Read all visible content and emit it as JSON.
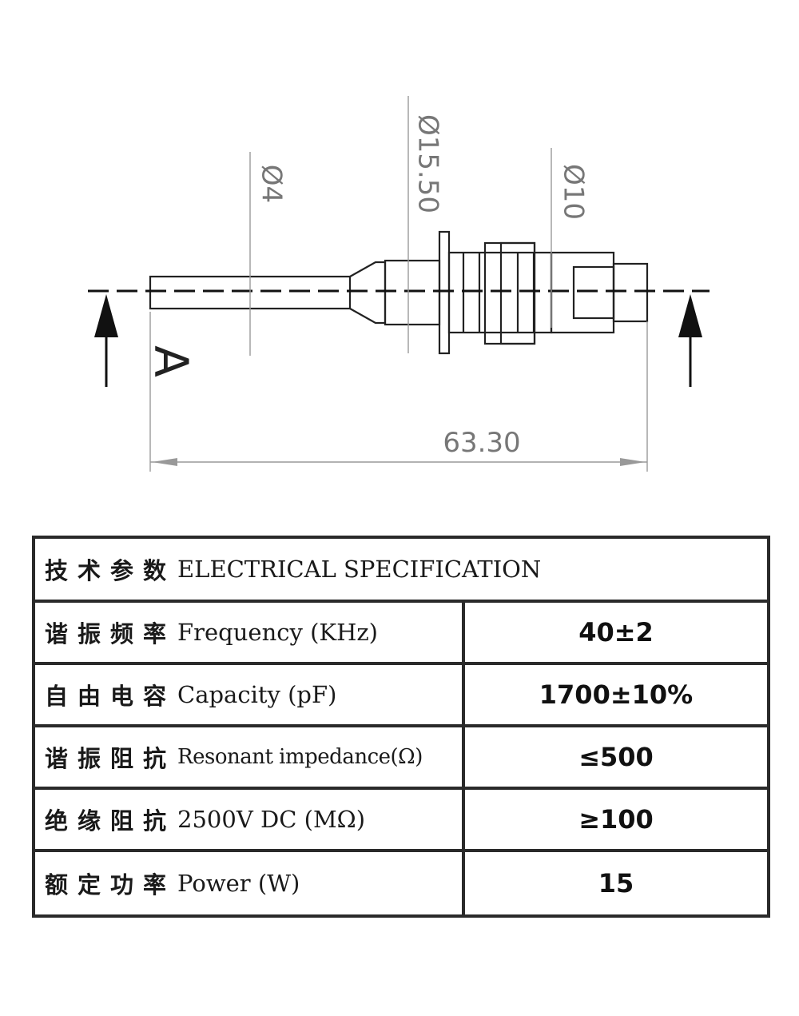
{
  "drawing": {
    "dim_d4": "Ø4",
    "dim_d1550": "Ø15.50",
    "dim_d10": "Ø10",
    "dim_length": "63.30",
    "section_label": "A"
  },
  "table": {
    "header": {
      "cn": "技术参数",
      "en": "ELECTRICAL SPECIFICATION"
    },
    "rows": [
      {
        "cn": "谐振频率",
        "en": "Frequency (KHz)",
        "value": "40±2"
      },
      {
        "cn": "自由电容",
        "en": "Capacity (pF)",
        "value": "1700±10%"
      },
      {
        "cn": "谐振阻抗",
        "en": "Resonant impedance(Ω)",
        "value": "≤500"
      },
      {
        "cn": "绝缘阻抗",
        "en": "2500V DC (MΩ)",
        "value": "≥100"
      },
      {
        "cn": "额定功率",
        "en": "Power (W)",
        "value": "15"
      }
    ]
  }
}
